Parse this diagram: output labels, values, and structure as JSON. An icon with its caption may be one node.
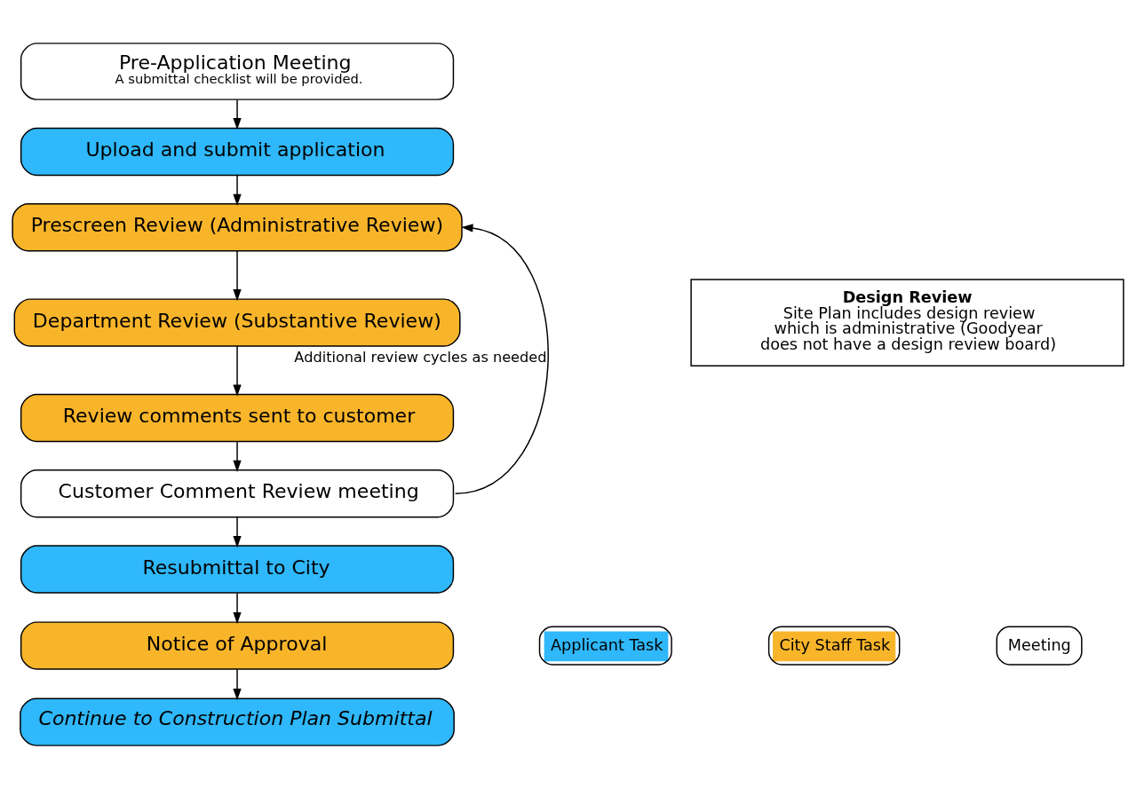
{
  "diagram": {
    "nodes": [
      {
        "text": [
          "Pre-Application Meeting",
          "A submittal checklist will be provided."
        ]
      },
      {
        "text": [
          "Upload and submit application"
        ]
      },
      {
        "text": [
          "Prescreen Review (Administrative Review)"
        ]
      },
      {
        "text": [
          "Department Review (Substantive Review)"
        ]
      },
      {
        "text": [
          "Review comments sent to customer"
        ]
      },
      {
        "text": [
          "Customer Comment Review meeting"
        ]
      },
      {
        "text": [
          "Resubmittal to City"
        ]
      },
      {
        "text": [
          "Notice of Approval"
        ]
      },
      {
        "text": [
          "Continue to Construction Plan Submittal"
        ]
      },
      {
        "text": [
          "Design Review",
          "Site Plan includes design review which is administrative (Goodyear does not have a design review board)"
        ]
      }
    ],
    "edges": [
      {
        "from": 0,
        "to": 1,
        "arrow": "to"
      },
      {
        "from": 1,
        "to": 2,
        "arrow": "to"
      },
      {
        "from": 2,
        "to": 3,
        "arrow": "to"
      },
      {
        "from": 3,
        "to": 4,
        "arrow": "to"
      },
      {
        "from": 4,
        "to": 5,
        "arrow": "to"
      },
      {
        "from": 5,
        "to": 6,
        "arrow": "to"
      },
      {
        "from": 6,
        "to": 7,
        "arrow": "to"
      },
      {
        "from": 7,
        "to": 8,
        "arrow": "to"
      },
      {
        "from": 5,
        "to": 2,
        "arrow": "to",
        "label": "Additional review cycles as needed"
      }
    ],
    "legend": [
      {
        "text": "Applicant Task",
        "color": "#2fb8fb"
      },
      {
        "text": "City Staff Task",
        "color": "#f9b52a"
      },
      {
        "text": "Meeting",
        "color": "#ffffff"
      }
    ]
  }
}
